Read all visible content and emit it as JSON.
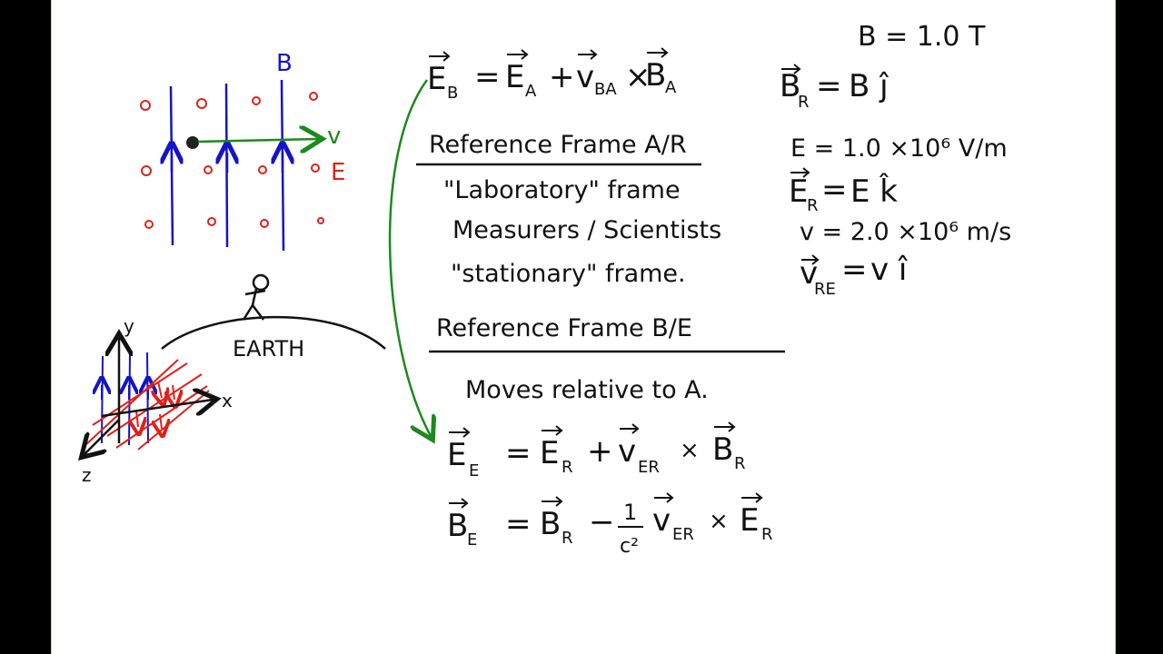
{
  "left_diagram": {
    "b_label": "B",
    "v_label": "v",
    "e_label": "E"
  },
  "earth_diagram": {
    "earth_label": "EARTH",
    "axis_x": "x",
    "axis_y": "y",
    "axis_z": "z"
  },
  "center": {
    "eq1": {
      "lhs": "E",
      "lhs_sub": "B",
      "t1": "E",
      "t1_sub": "A",
      "t2": "v",
      "t2_sub": "BA",
      "t3": "B",
      "t3_sub": "A"
    },
    "frame_a_heading": "Reference Frame A/R",
    "frame_a_lines": [
      "\"Laboratory\" frame",
      "Measurers / Scientists",
      "\"stationary\" frame."
    ],
    "frame_b_heading": "Reference Frame B/E",
    "frame_b_line": "Moves relative to A.",
    "eq2": {
      "lhs": "E",
      "lhs_sub": "E",
      "t1": "E",
      "t1_sub": "R",
      "t2": "v",
      "t2_sub": "ER",
      "t3": "B",
      "t3_sub": "R"
    },
    "eq3": {
      "lhs": "B",
      "lhs_sub": "E",
      "t1": "B",
      "t1_sub": "R",
      "frac_num": "1",
      "frac_den": "c²",
      "t2": "v",
      "t2_sub": "ER",
      "t3": "E",
      "t3_sub": "R"
    }
  },
  "right": {
    "b_value": "B = 1.0 T",
    "br_lhs": "B",
    "br_sub": "R",
    "br_rhs": "B ĵ",
    "e_value": "E = 1.0 ×10⁶ V/m",
    "er_lhs": "E",
    "er_sub": "R",
    "er_rhs": "E k̂",
    "v_value": "v = 2.0 ×10⁶ m/s",
    "vre_lhs": "v",
    "vre_sub": "RE",
    "vre_rhs": "v î"
  },
  "colors": {
    "ink": "#111111",
    "red": "#e0201a",
    "blue": "#1414c8",
    "green": "#1c8a1c"
  }
}
